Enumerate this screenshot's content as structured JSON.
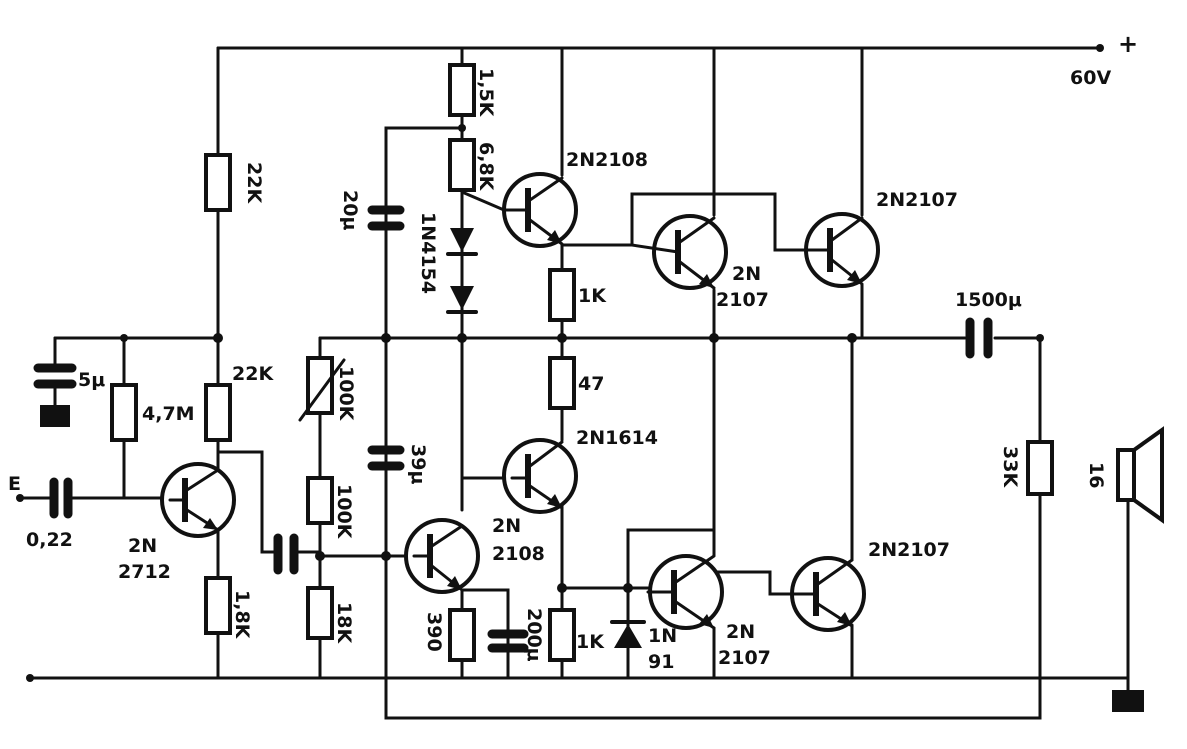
{
  "supply": {
    "plus": "+",
    "voltage": "60V"
  },
  "input": {
    "label": "E"
  },
  "resistors": [
    {
      "id": "r22k_top",
      "label": "22K"
    },
    {
      "id": "r22k_mid",
      "label": "22K"
    },
    {
      "id": "r47m",
      "label": "4,7M"
    },
    {
      "id": "r18k_a",
      "label": "1,8K"
    },
    {
      "id": "r100k_pot",
      "label": "100K"
    },
    {
      "id": "r100k",
      "label": "100K"
    },
    {
      "id": "r18k_b",
      "label": "18K"
    },
    {
      "id": "r15k",
      "label": "1,5K"
    },
    {
      "id": "r68k",
      "label": "6,8K"
    },
    {
      "id": "r1k_top",
      "label": "1K"
    },
    {
      "id": "r47",
      "label": "47"
    },
    {
      "id": "r390",
      "label": "390"
    },
    {
      "id": "r1k_bot",
      "label": "1K"
    },
    {
      "id": "r33k",
      "label": "33K"
    }
  ],
  "capacitors": [
    {
      "id": "c5u",
      "label": "5μ"
    },
    {
      "id": "c022",
      "label": "0,22"
    },
    {
      "id": "c20u",
      "label": "20μ"
    },
    {
      "id": "c39u",
      "label": "39μ"
    },
    {
      "id": "c200u",
      "label": "200μ"
    },
    {
      "id": "c1500u",
      "label": "1500μ"
    }
  ],
  "transistors": [
    {
      "id": "q_in",
      "label_a": "2N",
      "label_b": "2712"
    },
    {
      "id": "q_drv",
      "label_a": "2N",
      "label_b": "2108"
    },
    {
      "id": "q_top_drv",
      "label": "2N2108"
    },
    {
      "id": "q_top_mid",
      "label_a": "2N",
      "label_b": "2107"
    },
    {
      "id": "q_top_out",
      "label": "2N2107"
    },
    {
      "id": "q_bias",
      "label": "2N1614"
    },
    {
      "id": "q_bot_mid",
      "label_a": "2N",
      "label_b": "2107"
    },
    {
      "id": "q_bot_out",
      "label": "2N2107"
    }
  ],
  "diodes": [
    {
      "id": "d_1n4154",
      "label": "1N4154"
    },
    {
      "id": "d_1n91",
      "label_a": "1N",
      "label_b": "91"
    }
  ],
  "speaker": {
    "label": "16"
  }
}
